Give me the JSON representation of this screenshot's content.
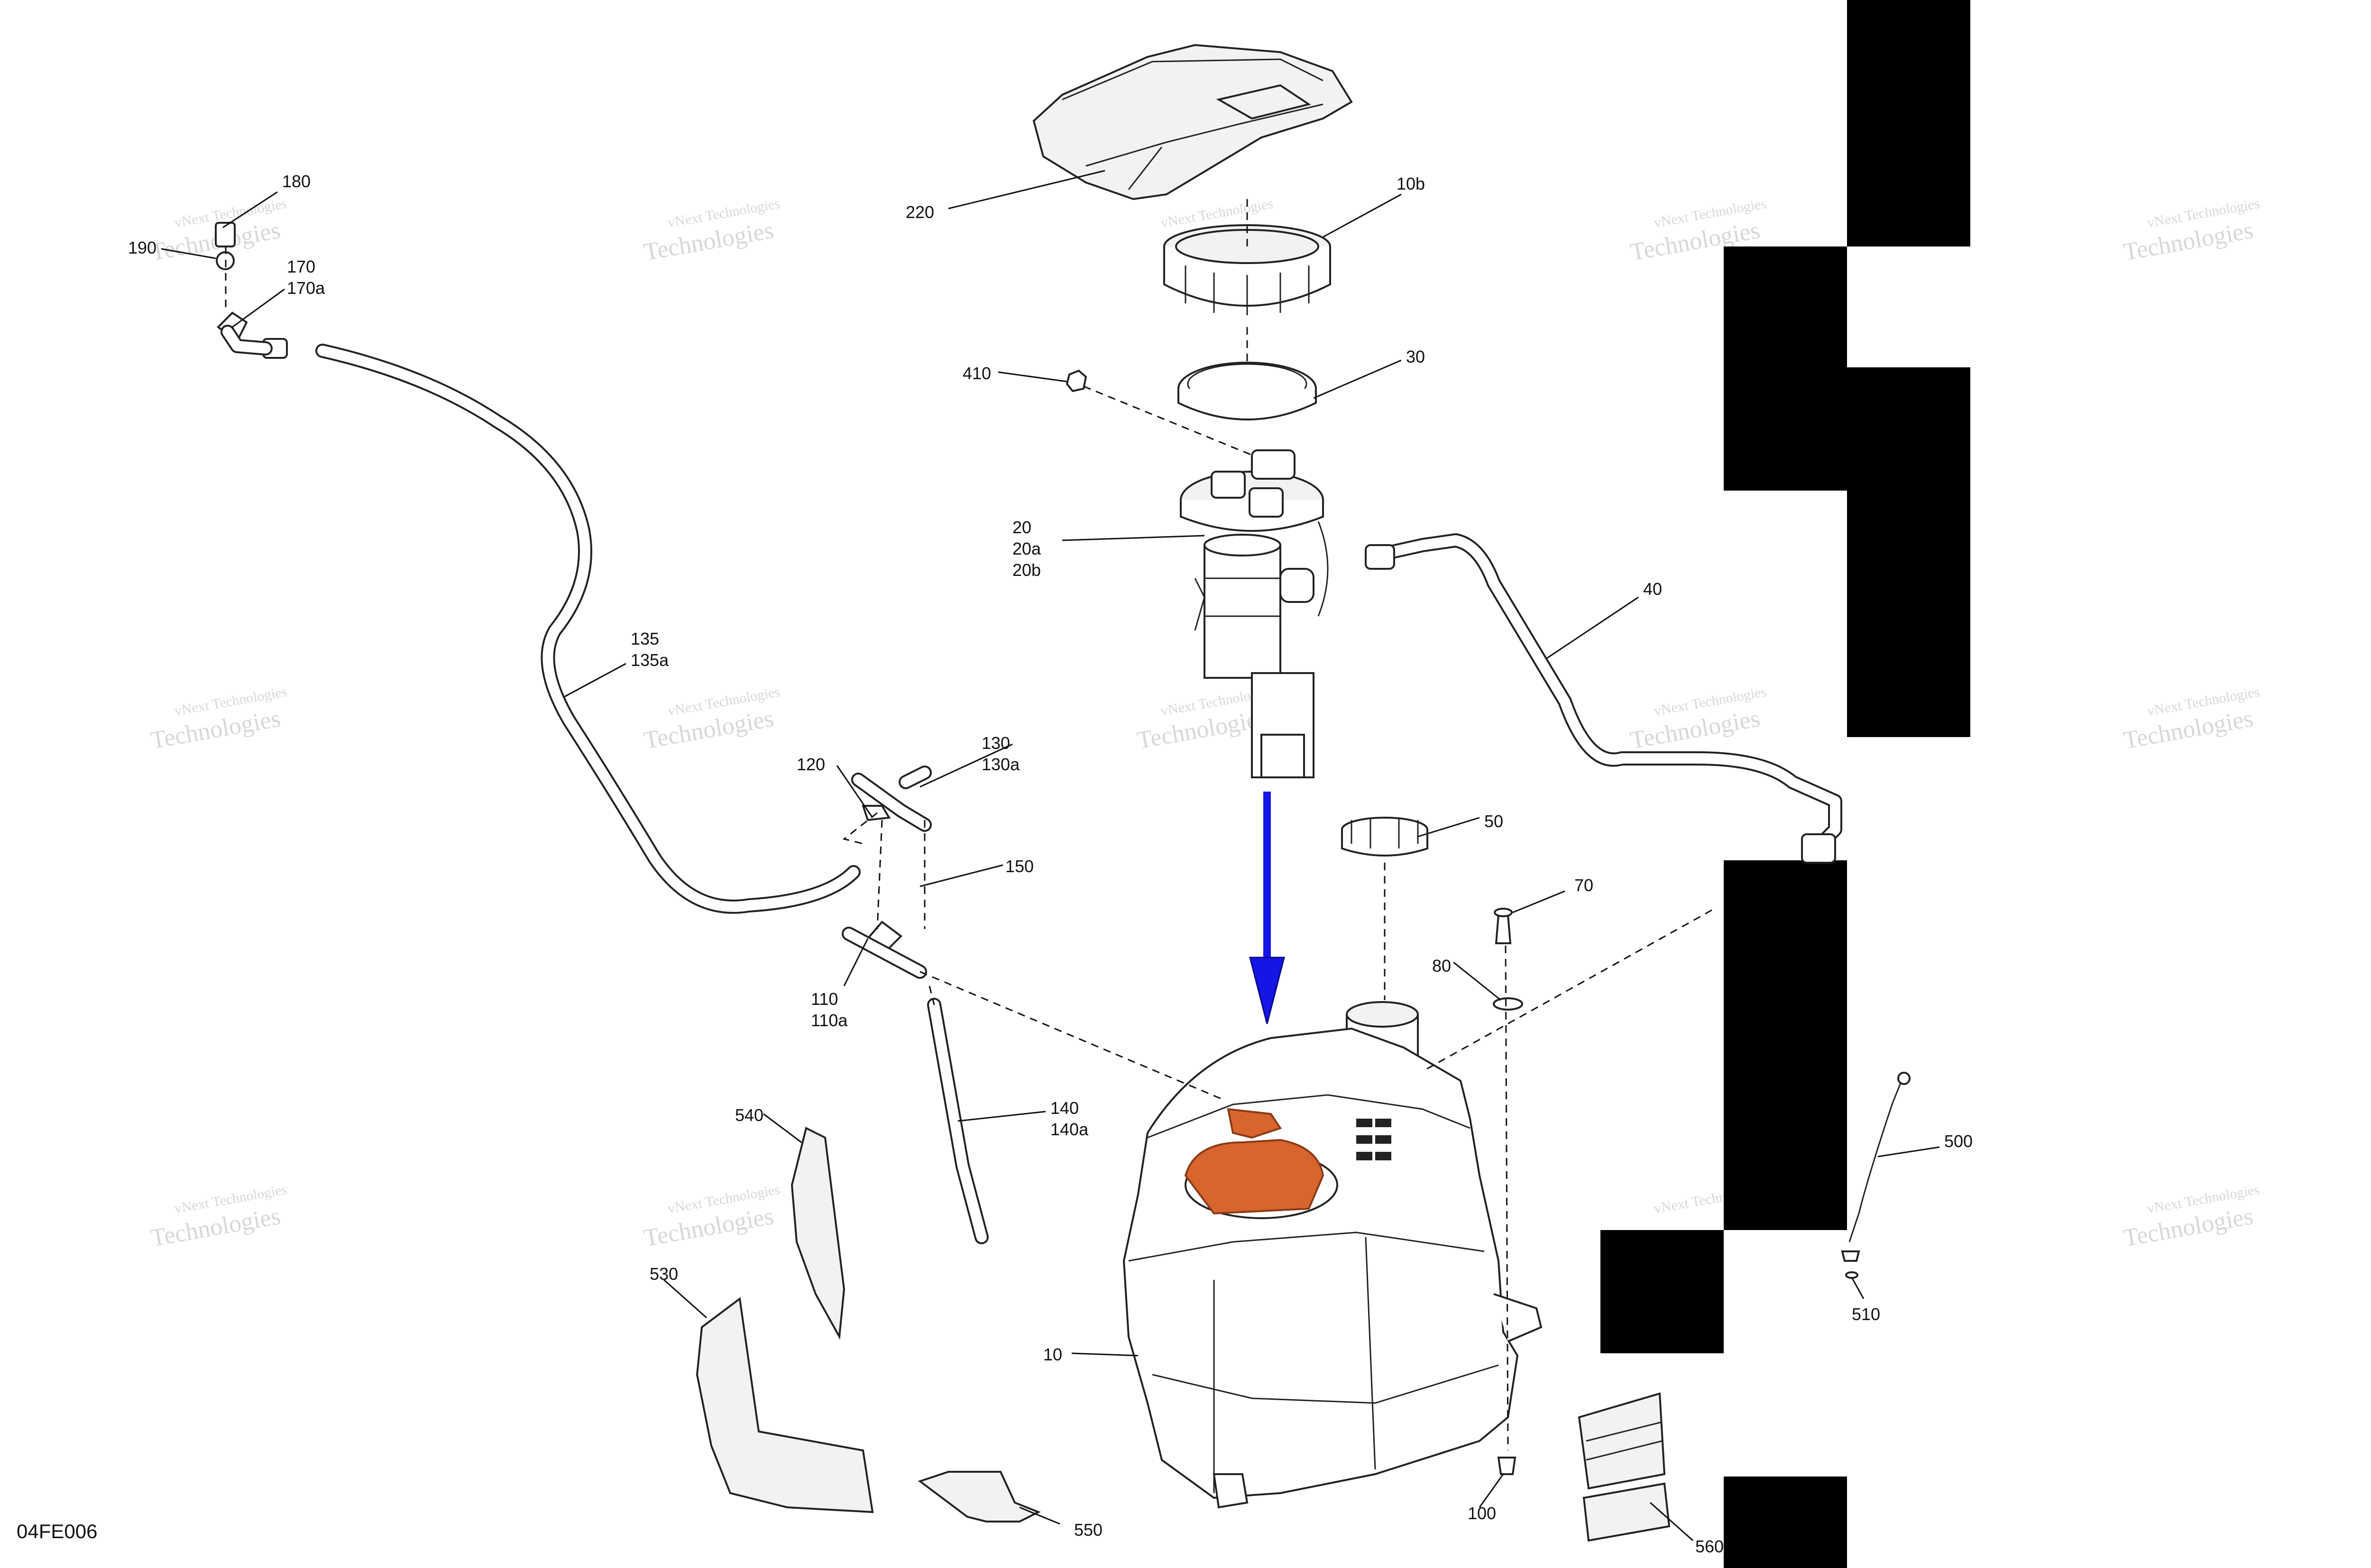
{
  "diagram_code": "04FE006",
  "watermark": {
    "line1": "vNext Technologies",
    "line2": "Technologies"
  },
  "part_labels": {
    "p180": "180",
    "p190": "190",
    "p170": "170",
    "p170a": "170a",
    "p220": "220",
    "p10b": "10b",
    "p30": "30",
    "p410": "410",
    "p20": "20",
    "p20a": "20a",
    "p20b": "20b",
    "p40": "40",
    "p135": "135",
    "p135a": "135a",
    "p130": "130",
    "p130a": "130a",
    "p120": "120",
    "p150": "150",
    "p110": "110",
    "p110a": "110a",
    "p140": "140",
    "p140a": "140a",
    "p50": "50",
    "p70": "70",
    "p80": "80",
    "p540": "540",
    "p530": "530",
    "p10": "10",
    "p550": "550",
    "p100": "100",
    "p500": "500",
    "p510": "510",
    "p560": "560"
  },
  "colors": {
    "highlight": "#d8642e",
    "arrow": "#1515e6",
    "blocks": "#000000"
  }
}
